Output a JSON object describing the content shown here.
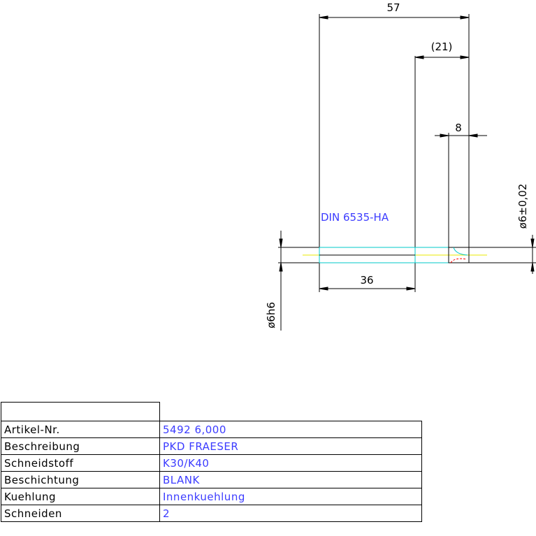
{
  "drawing": {
    "dims": {
      "overall_length": "57",
      "shank_to_end": "(21)",
      "cutting_length": "8",
      "shank_length": "36",
      "cutting_diameter": "ø6±0,02",
      "shank_diameter": "ø6h6"
    },
    "shank_label": "DIN 6535-HA"
  },
  "table": {
    "header": "",
    "rows": [
      {
        "key": "Artikel-Nr.",
        "value": "5492 6,000"
      },
      {
        "key": "Beschreibung",
        "value": "PKD FRAESER"
      },
      {
        "key": "Schneidstoff",
        "value": "K30/K40"
      },
      {
        "key": "Beschichtung",
        "value": "BLANK"
      },
      {
        "key": "Kuehlung",
        "value": "Innenkuehlung"
      },
      {
        "key": "Schneiden",
        "value": "2"
      }
    ]
  },
  "colors": {
    "dimension": "#000000",
    "label": "#3c3cff",
    "tool_outline": "#00c8c8",
    "centerline": "#e8e800",
    "cutter_edge": "#ff0000"
  }
}
